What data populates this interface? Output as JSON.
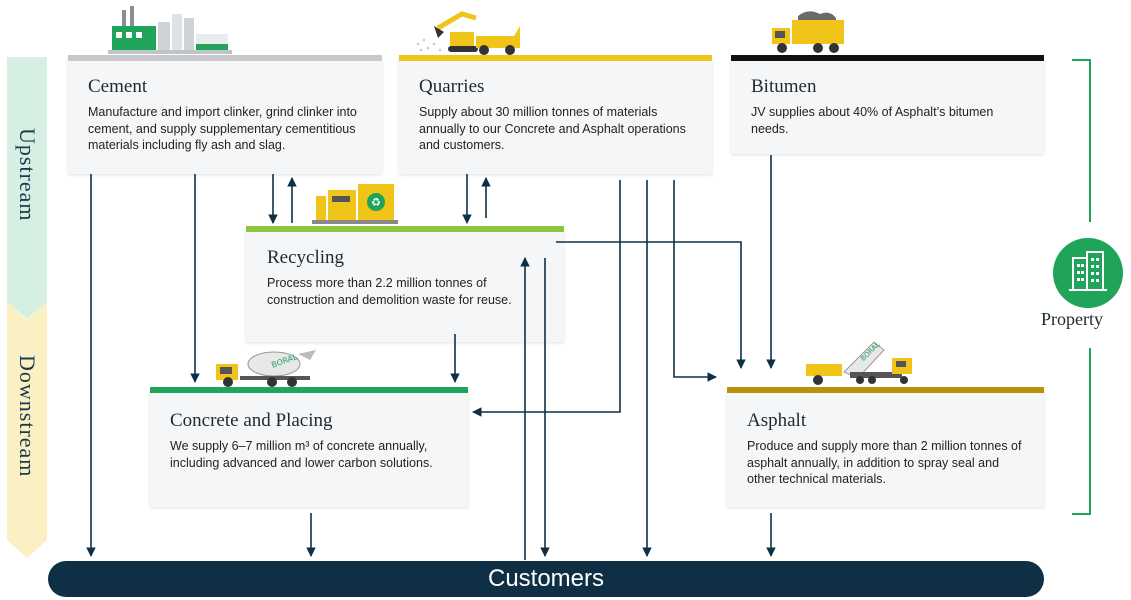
{
  "stages": {
    "upstream": "Upstream",
    "downstream": "Downstream"
  },
  "boxes": {
    "cement": {
      "title": "Cement",
      "desc": "Manufacture and import clinker, grind clinker into cement, and supply supplementary cementitious materials including fly ash and slag."
    },
    "quarries": {
      "title": "Quarries",
      "desc": "Supply about 30 million tonnes of materials annually to our Concrete and Asphalt operations and customers."
    },
    "bitumen": {
      "title": "Bitumen",
      "desc": "JV supplies about 40% of Asphalt’s bitumen needs."
    },
    "recycling": {
      "title": "Recycling",
      "desc": "Process more than 2.2 million tonnes of construction and demolition waste for reuse."
    },
    "concrete": {
      "title": "Concrete and Placing",
      "desc": "We supply 6–7 million m³ of concrete annually, including advanced and lower carbon solutions."
    },
    "asphalt": {
      "title": "Asphalt",
      "desc": "Produce and supply more than 2 million tonnes of asphalt annually, in addition to spray seal and other technical materials."
    }
  },
  "customers": "Customers",
  "property": "Property",
  "truck_text": "BORAL",
  "icons": [
    "cement-factory-icon",
    "excavator-icon",
    "dump-truck-icon",
    "recycling-plant-icon",
    "concrete-mixer-truck-icon",
    "asphalt-truck-icon",
    "building-icon"
  ],
  "colors": {
    "navy": "#0f2f45",
    "green": "#1fa45a",
    "yellow": "#f0c419",
    "gold": "#b8920f",
    "grey": "#c8c8c8",
    "black": "#111111",
    "upstream": "#d6efe3",
    "downstream": "#fbf0c4"
  }
}
